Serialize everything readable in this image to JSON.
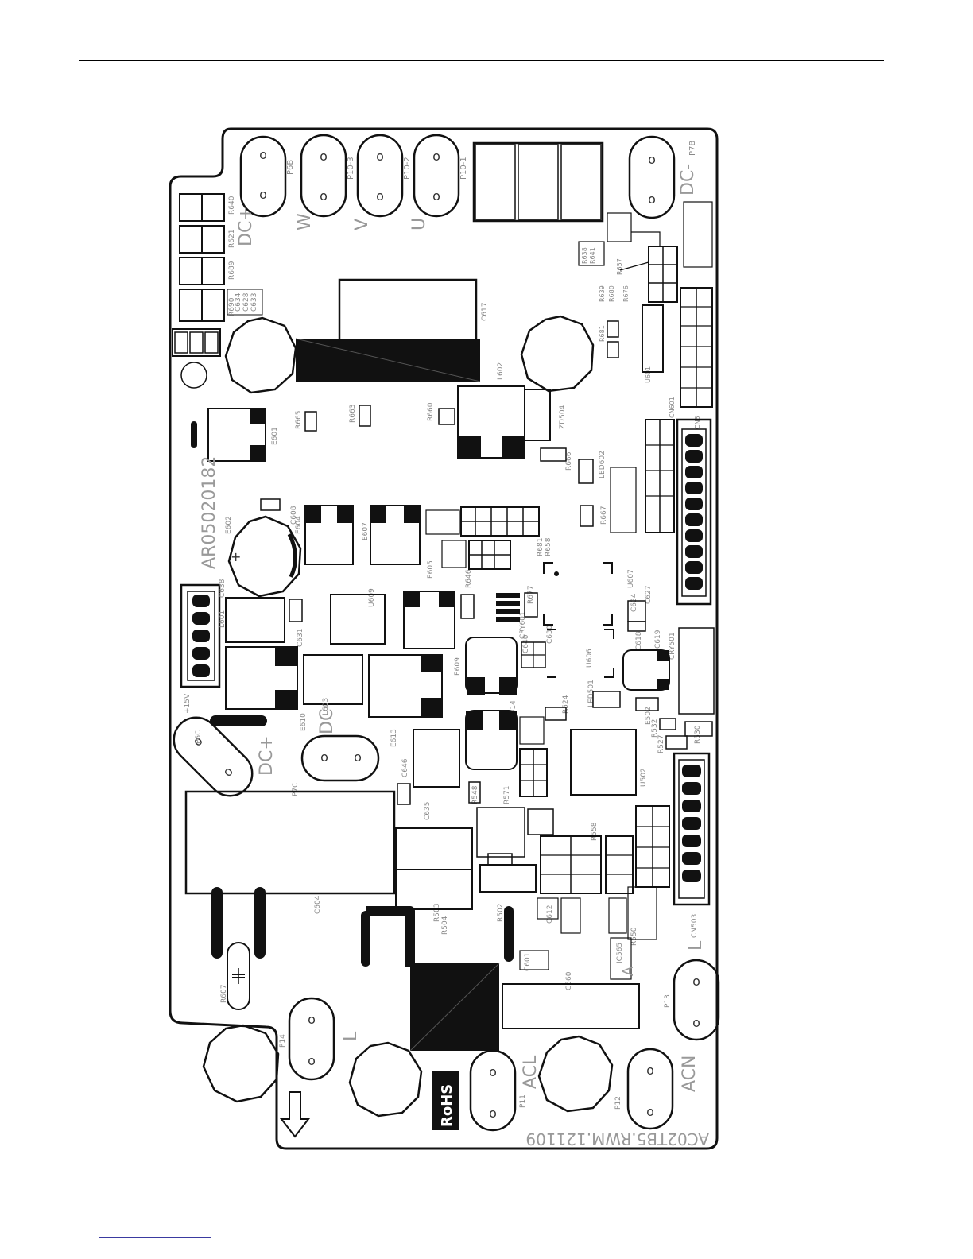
{
  "board": {
    "part_number": "AR05020182",
    "revision": "AC02TB5.RWM.121109",
    "rohs": "RoHS"
  },
  "terminals": {
    "p6b": "P6B",
    "p10_3": "P10-3",
    "p10_2": "P10-2",
    "p10_1": "P10-1",
    "p7b": "P7B",
    "p6c": "P6C",
    "p7c": "P7C",
    "p13": "P13",
    "p14": "P14",
    "p11": "P11",
    "p12": "P12"
  },
  "big_labels": {
    "dc_plus_top": "DC+",
    "w": "W",
    "v": "V",
    "u": "U",
    "dc_minus_top": "DC-",
    "dc_plus_mid": "DC+",
    "dc_minus_mid": "DC-",
    "l_left": "L",
    "l_right": "L",
    "acl": "ACL",
    "acn": "ACN",
    "a": "A",
    "plus15v": "+15V"
  },
  "components": {
    "r640": "R640",
    "r621": "R621",
    "r689": "R689",
    "r690": "R690",
    "c634": "C634",
    "c628": "C628",
    "c633": "C633",
    "c617": "C617",
    "l602": "L602",
    "e601": "E601",
    "r665": "R665",
    "r663": "R663",
    "r660": "R660",
    "zd504": "ZD504",
    "r666": "R666",
    "led602": "LED602",
    "r638": "R638",
    "r641": "R641",
    "r657": "R657",
    "r680": "R680",
    "r639": "R639",
    "r676": "R676",
    "r681": "R681",
    "u601": "U601",
    "cn601": "CN601",
    "cn5": "CN5",
    "e602": "E602",
    "c608": "C608",
    "e604": "E604",
    "e607": "E607",
    "e605": "E605",
    "r667": "R667",
    "r681b": "R681",
    "r658": "R658",
    "u607": "U607",
    "c624": "C624",
    "c627": "C627",
    "l601": "L601",
    "c638": "C638",
    "c631": "C631",
    "u609": "U609",
    "r646": "R646",
    "r677": "R677",
    "cry601": "CRY601",
    "c640": "C640",
    "c630": "C630",
    "u606": "U606",
    "c618": "C618",
    "c619": "C619",
    "e609": "E609",
    "e610": "E610",
    "l603": "L603",
    "e613": "E613",
    "e614": "E614",
    "r524": "R524",
    "led501": "LED501",
    "e502": "E502",
    "cry501": "CRY501",
    "r532": "R532",
    "r530": "R530",
    "r527": "R527",
    "u502": "U502",
    "c646": "C646",
    "c635": "C635",
    "r548": "R548",
    "r571": "R571",
    "r558": "R558",
    "c604": "C604",
    "r503": "R503",
    "r504": "R504",
    "r502": "R502",
    "c601": "C601",
    "c560": "C560",
    "cn503": "CN503",
    "r607": "R607",
    "c612": "C612",
    "ic565": "IC565",
    "r550": "R550"
  }
}
